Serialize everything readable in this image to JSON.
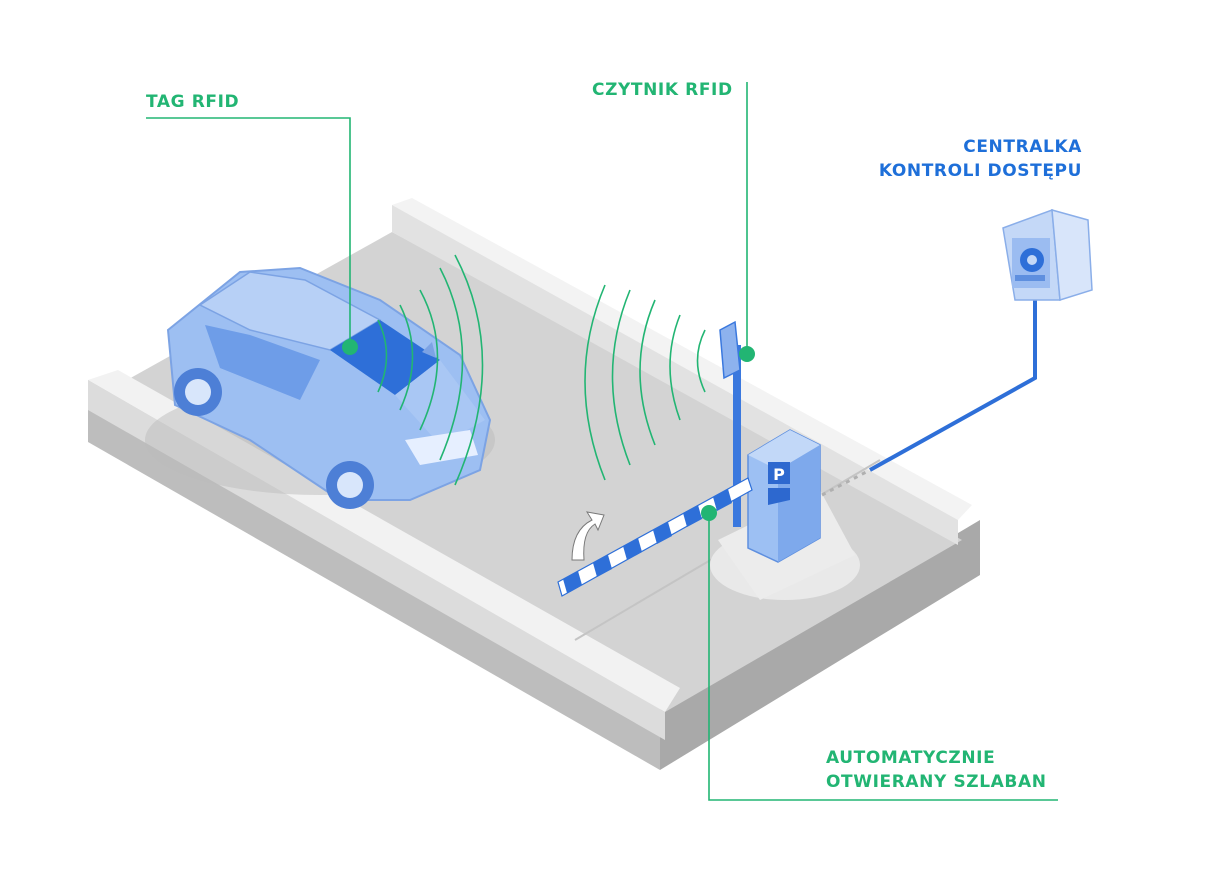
{
  "labels": {
    "tag_rfid": "TAG RFID",
    "czytnik_rfid": "CZYTNIK RFID",
    "centralka_line1": "CENTRALKA",
    "centralka_line2": "KONTROLI DOSTĘPU",
    "szlaban_line1": "AUTOMATYCZNIE",
    "szlaban_line2": "OTWIERANY SZLABAN",
    "parking_sign": "P"
  },
  "colors": {
    "callout_green": "#22b573",
    "callout_blue": "#1e6fd9",
    "equipment_blue": "#8fb4ef",
    "road_grey": "#d2d2d2",
    "curb_light": "#f1f1f1"
  },
  "icons": [
    "car-icon",
    "rfid-reader-icon",
    "access-controller-icon",
    "parking-sign-icon",
    "barrier-arrow-icon",
    "signal-waves-icon"
  ]
}
